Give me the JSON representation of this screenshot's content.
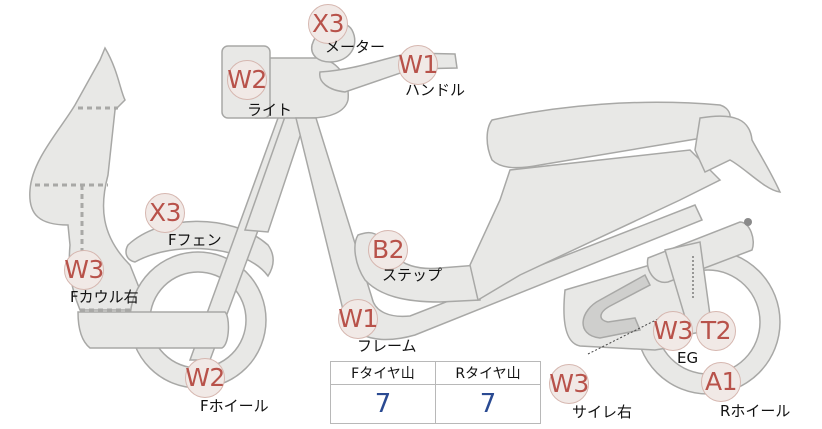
{
  "markers": [
    {
      "id": "meter",
      "code": "X3",
      "label": "メーター"
    },
    {
      "id": "handle",
      "code": "W1",
      "label": "ハンドル"
    },
    {
      "id": "light",
      "code": "W2",
      "label": "ライト"
    },
    {
      "id": "ffender",
      "code": "X3",
      "label": "Fフェン"
    },
    {
      "id": "fcowl",
      "code": "W3",
      "label": "Fカウル右"
    },
    {
      "id": "step",
      "code": "B2",
      "label": "ステップ"
    },
    {
      "id": "frame",
      "code": "W1",
      "label": "フレーム"
    },
    {
      "id": "fwheel",
      "code": "W2",
      "label": "Fホイール"
    },
    {
      "id": "silencer",
      "code": "W3",
      "label": "サイレ右"
    },
    {
      "id": "eg_w",
      "code": "W3",
      "label": ""
    },
    {
      "id": "eg_t",
      "code": "T2",
      "label": "EG"
    },
    {
      "id": "rwheel",
      "code": "A1",
      "label": "Rホイール"
    }
  ],
  "tire_table": {
    "front_header": "Fタイヤ山",
    "rear_header": "Rタイヤ山",
    "front_value": "7",
    "rear_value": "7"
  },
  "colors": {
    "part_fill": "#e8e8e6",
    "part_stroke": "#a8a8a6",
    "marker_text": "#b8524a",
    "marker_bg": "#f1e9e6",
    "value_text": "#2a4a92"
  }
}
